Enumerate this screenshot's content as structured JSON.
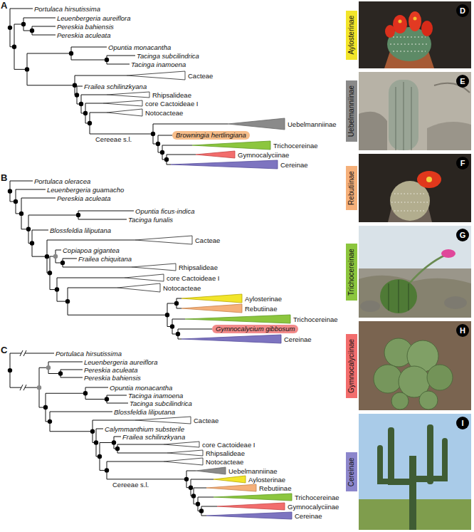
{
  "diagram": {
    "nodes": [
      {
        "text": [
          "Browningia hertlingiana"
        ]
      },
      {
        "text": [
          "Gymnocalycium gibbosum"
        ]
      },
      {
        "text": [
          "Aylosterinae"
        ]
      },
      {
        "text": [
          "D"
        ]
      },
      {
        "text": [
          "Uebelmanniinae"
        ]
      },
      {
        "text": [
          "E"
        ]
      },
      {
        "text": [
          "Rebutiinae"
        ]
      },
      {
        "text": [
          "F"
        ]
      },
      {
        "text": [
          "Trichocereinae"
        ]
      },
      {
        "text": [
          "G"
        ]
      },
      {
        "text": [
          "Gymnocalyciinae"
        ]
      },
      {
        "text": [
          "H"
        ]
      },
      {
        "text": [
          "Cereinae"
        ]
      },
      {
        "text": [
          "I"
        ]
      }
    ],
    "labels": [
      "A",
      "Portulaca hirsutissima",
      "Leuenbergeria aureiflora",
      "Pereskia bahiensis",
      "Pereskia aculeata",
      "Opuntia monacantha",
      "Tacinga subcilindrica",
      "Tacinga inamoena",
      "Cacteae",
      "Frailea schilinzkyana",
      "Rhipsalideae",
      "core Cactoideae I",
      "Notocacteae",
      "Uebelmanniinae",
      "Trichocereinae",
      "Gymnocalyciinae",
      "Cereinae",
      "Cereeae s.l.",
      "B",
      "Portulaca oleracea",
      "Leuenbergeria guamacho",
      "Pereskia aculeata",
      "Opuntia ficus-indica",
      "Tacinga funalis",
      "Blossfeldia liliputana",
      "Cacteae",
      "Copiapoa gigantea",
      "Frailea chiquitana",
      "Rhipsalideae",
      "core Cactoideae I",
      "Notocacteae",
      "Aylosterinae",
      "Rebutiinae",
      "Trichocereinae",
      "Cereinae",
      "C",
      "Portulaca hirsutissima",
      "Leuenbergeria aureiflora",
      "Pereskia aculeata",
      "Pereskia bahiensis",
      "Opuntia monacantha",
      "Tacinga inamoena",
      "Tacinga subcilindrica",
      "Blossfeldia liliputana",
      "Cacteae",
      "Calymmanthium substerile",
      "Frailea schilinzkyana",
      "core Cactoideae I",
      "Rhipsalideae",
      "Notocacteae",
      "Uebelmanniinae",
      "Aylosterinae",
      "Rebutiinae",
      "Trichocereinae",
      "Gymnocalyciinae",
      "Cereinae",
      "Cereeae s.l."
    ]
  }
}
